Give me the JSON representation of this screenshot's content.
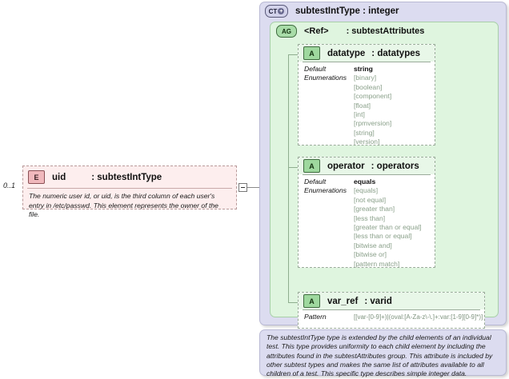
{
  "element": {
    "badge": "E",
    "cardinality": "0..1",
    "name": "uid",
    "type": ": subtestIntType",
    "documentation": "The numeric user id, or uid, is the third column of each user's entry in /etc/passwd.  This element represents the owner of the file."
  },
  "complex_type": {
    "badge": "CT",
    "expand": "+",
    "title": "subtestIntType : integer"
  },
  "attribute_group": {
    "badge": "AG",
    "ref": "<Ref>",
    "type": ": subtestAttributes"
  },
  "attributes": [
    {
      "badge": "A",
      "name": "datatype",
      "type": ": datatypes",
      "facet_label_default": "Default",
      "facet_label_enumerations": "Enumerations",
      "default": "string",
      "enumerations": [
        "[binary]",
        "[boolean]",
        "[component]",
        "[float]",
        "[int]",
        "[rpmversion]",
        "[string]",
        "[version]"
      ]
    },
    {
      "badge": "A",
      "name": "operator",
      "type": ": operators",
      "facet_label_default": "Default",
      "facet_label_enumerations": "Enumerations",
      "default": "equals",
      "enumerations": [
        "[equals]",
        "[not equal]",
        "[greater than]",
        "[less than]",
        "[greater than or equal]",
        "[less than or equal]",
        "[bitwise and]",
        "[bitwise or]",
        "[pattern match]"
      ]
    },
    {
      "badge": "A",
      "name": "var_ref",
      "type": ": varid",
      "pattern_label": "Pattern",
      "pattern": "[[var-[0-9]+)|(oval:[A-Za-z\\-\\.]+:var:[1-9][0-9]*)]"
    }
  ],
  "annotation": {
    "text": "The subtestIntType type is extended by the child elements of an individual test.  This type provides uniformity to each child element by including the attributes found in the subtestAttributes group.  This attribute is included by other subtest types and makes the same list of attributes available to all children of a test.  This specific type describes simple integer data."
  },
  "colors": {
    "complex_type_bg": "#dcdcf0",
    "attribute_group_bg": "#dff5df",
    "element_bg": "#fdeeee",
    "enum_text": "#8aa08a"
  }
}
